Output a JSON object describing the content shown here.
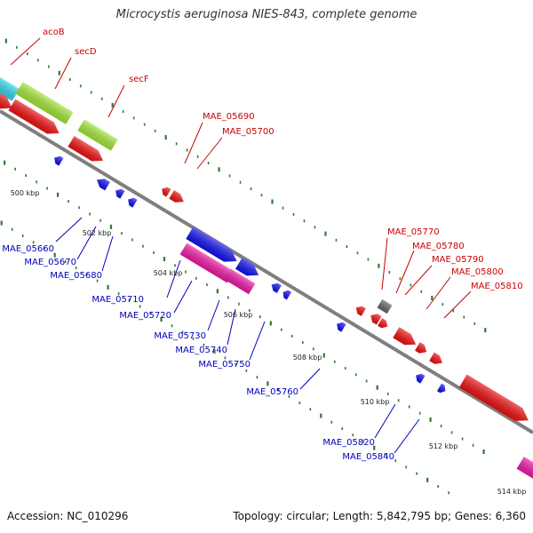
{
  "title": "Microcystis aeruginosa NIES-843, complete genome",
  "footer": {
    "accession": "Accession: NC_010296",
    "summary": "Topology: circular; Length: 5,842,795 bp; Genes: 6,360"
  },
  "colors": {
    "background": "#ffffff",
    "backbone": "#8a8a8a",
    "upper_gene_labels": "#cc0000",
    "lower_gene_labels": "#0000bb",
    "ticks": "#2a7d2a",
    "cyan": "#33d6ee",
    "lime": "#a6e63a",
    "red": "#ee1111",
    "blue": "#1111ee",
    "magenta": "#ee1aa6",
    "gray": "#666666"
  },
  "scale_labels": [
    "500 kbp",
    "502 kbp",
    "504 kbp",
    "506 kbp",
    "508 kbp",
    "510 kbp",
    "512 kbp",
    "514 kbp"
  ],
  "gene_labels_upper": [
    "acoB",
    "secD",
    "secF",
    "MAE_05690",
    "MAE_05700",
    "MAE_05770",
    "MAE_05780",
    "MAE_05790",
    "MAE_05800",
    "MAE_05810"
  ],
  "gene_labels_lower": [
    "MAE_05660",
    "MAE_05670",
    "MAE_05680",
    "MAE_05710",
    "MAE_05720",
    "MAE_05730",
    "MAE_05740",
    "MAE_05750",
    "MAE_05760",
    "MAE_05820",
    "MAE_05840"
  ]
}
